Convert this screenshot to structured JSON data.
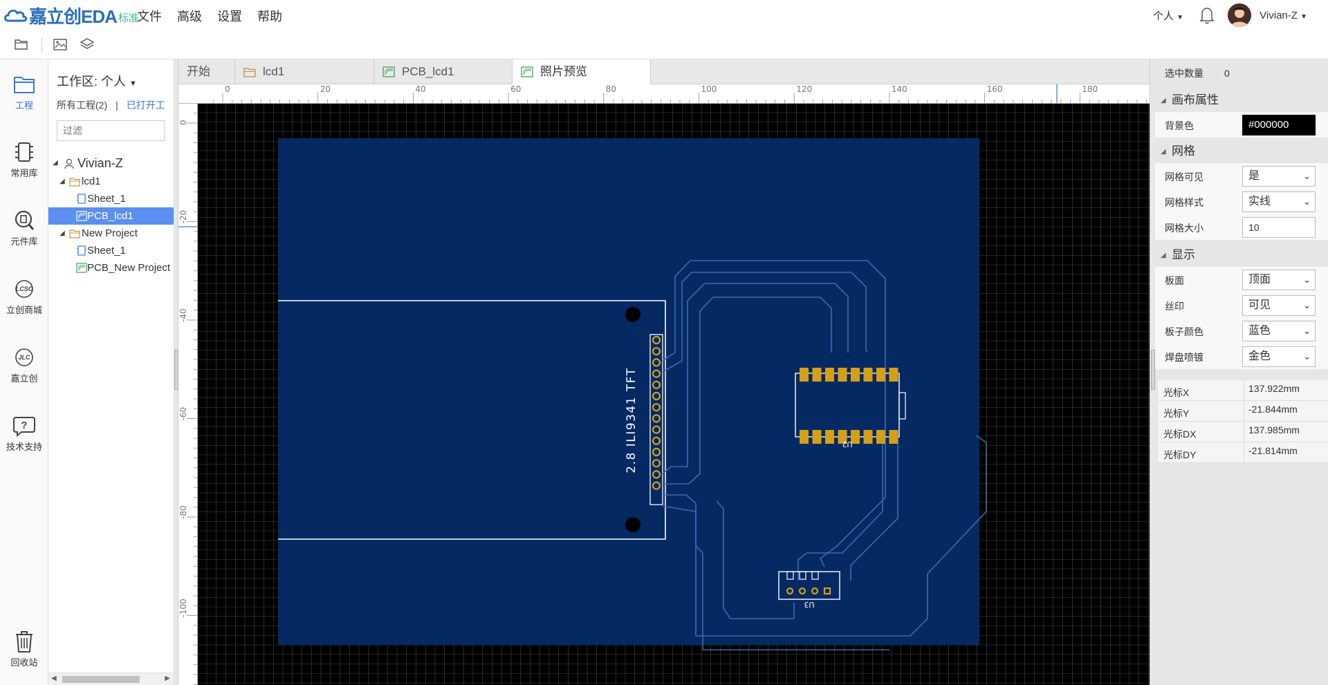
{
  "app": {
    "logo_main": "嘉立创EDA",
    "logo_edition": "标准"
  },
  "menu": [
    "文件",
    "高级",
    "设置",
    "帮助"
  ],
  "top_right": {
    "personal_label": "个人",
    "user_name": "Vivian-Z"
  },
  "leftbar": [
    {
      "label": "工程",
      "icon": "folder-icon",
      "active": true
    },
    {
      "label": "常用库",
      "icon": "chip-icon"
    },
    {
      "label": "元件库",
      "icon": "search-chip-icon"
    },
    {
      "label": "立创商城",
      "icon": "lcsc-icon"
    },
    {
      "label": "嘉立创",
      "icon": "jlc-icon"
    },
    {
      "label": "技术支持",
      "icon": "help-icon"
    },
    {
      "label": "回收站",
      "icon": "trash-icon"
    }
  ],
  "project_panel": {
    "workspace_title": "工作区: 个人",
    "all_projects": "所有工程(2)",
    "separator": "|",
    "opened": "已打开工",
    "filter_placeholder": "过滤",
    "tree": [
      {
        "label": "Vivian-Z",
        "type": "user",
        "level": 0
      },
      {
        "label": "lcd1",
        "type": "folder",
        "level": 1
      },
      {
        "label": "Sheet_1",
        "type": "schematic",
        "level": 2
      },
      {
        "label": "PCB_lcd1",
        "type": "pcb",
        "level": 2,
        "selected": true
      },
      {
        "label": "New Project",
        "type": "folder",
        "level": 1
      },
      {
        "label": "Sheet_1",
        "type": "schematic",
        "level": 2
      },
      {
        "label": "PCB_New Project",
        "type": "pcb",
        "level": 2
      }
    ]
  },
  "tabs": [
    {
      "label": "开始",
      "icon": "none"
    },
    {
      "label": "lcd1",
      "icon": "folder-icon"
    },
    {
      "label": "PCB_lcd1",
      "icon": "pcb-icon"
    },
    {
      "label": "照片预览",
      "icon": "pcb-icon",
      "active": true
    }
  ],
  "ruler": {
    "top_labels": [
      "0",
      "20",
      "40",
      "60",
      "80",
      "100",
      "120",
      "140",
      "160",
      "180"
    ],
    "left_labels": [
      "0",
      "-20",
      "-40",
      "-60",
      "-80",
      "-100"
    ]
  },
  "pcb": {
    "module_label": "2.8 ILI9341 TFT",
    "u2_label": "U2",
    "u3_label": "U3",
    "board_color": "#052a63",
    "trace_color": "#3a6bb0",
    "pad_color": "#d4a017",
    "silk_color": "#ffffff"
  },
  "right_panel": {
    "selected_count_label": "选中数量",
    "selected_count_value": "0",
    "canvas_section": "画布属性",
    "bg_color_label": "背景色",
    "bg_color_value": "#000000",
    "grid_section": "网格",
    "grid_visible_label": "网格可见",
    "grid_visible_value": "是",
    "grid_style_label": "网格样式",
    "grid_style_value": "实线",
    "grid_size_label": "网格大小",
    "grid_size_value": "10",
    "display_section": "显示",
    "board_side_label": "板面",
    "board_side_value": "顶面",
    "silk_label": "丝印",
    "silk_value": "可见",
    "board_color_label": "板子颜色",
    "board_color_value": "蓝色",
    "plating_label": "焊盘喷镀",
    "plating_value": "金色",
    "cursor_x_label": "光标X",
    "cursor_x_value": "137.922mm",
    "cursor_y_label": "光标Y",
    "cursor_y_value": "-21.844mm",
    "cursor_dx_label": "光标DX",
    "cursor_dx_value": "137.985mm",
    "cursor_dy_label": "光标DY",
    "cursor_dy_value": "-21.814mm"
  }
}
